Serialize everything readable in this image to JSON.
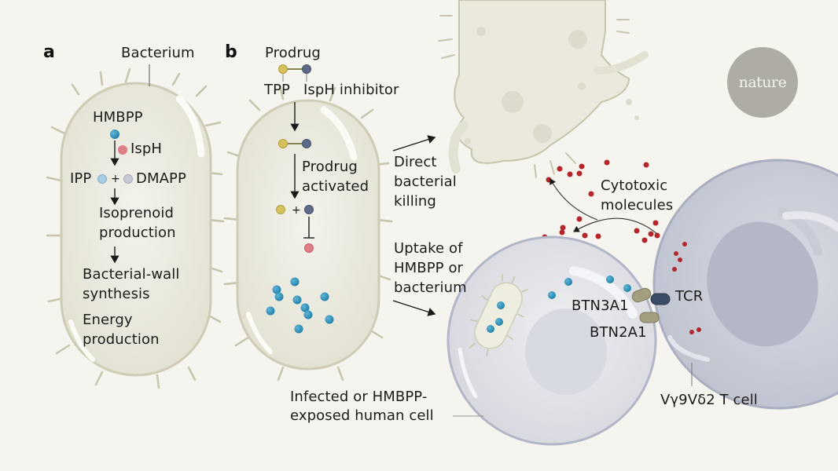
{
  "figure": {
    "background": "#f5f4ee",
    "logo": "nature",
    "panel_a": {
      "label": "a",
      "title": "Bacterium",
      "pathway": {
        "substrate": "HMBPP",
        "enzyme": "IspH",
        "product_1": "IPP",
        "plus": "+",
        "product_2": "DMAPP",
        "step_2_line1": "Isoprenoid",
        "step_2_line2": "production",
        "step_3_line1": "Bacterial-wall",
        "step_3_line2": "synthesis",
        "step_4_line1": "Energy",
        "step_4_line2": "production"
      }
    },
    "panel_b": {
      "label": "b",
      "prodrug": "Prodrug",
      "tpp": "TPP",
      "isph_inhibitor": "IspH inhibitor",
      "activated_line1": "Prodrug",
      "activated_line2": "activated",
      "plus": "+",
      "killing_line1": "Direct",
      "killing_line2": "bacterial",
      "killing_line3": "killing",
      "uptake_line1": "Uptake of",
      "uptake_line2": "HMBPP or",
      "uptake_line3": "bacterium",
      "cytotoxic_line1": "Cytotoxic",
      "cytotoxic_line2": "molecules",
      "btn3a1": "BTN3A1",
      "btn2a1": "BTN2A1",
      "tcr": "TCR",
      "human_cell_line1": "Infected or HMBPP-",
      "human_cell_line2": "exposed human cell",
      "t_cell": "Vγ9Vδ2 T cell"
    },
    "colors": {
      "hmbpp": "#2a8fb8",
      "isph": "#e07f86",
      "ipp": "#a9cde4",
      "dmapp": "#c7c9d6",
      "tpp": "#d6c15e",
      "inhibitor": "#5e6b88",
      "cytotoxic": "#b5262b",
      "btn": "#a49e80",
      "tcr": "#3d4c66",
      "bacterium_fill": "#ecebe0",
      "human_cell": "#dfe0e6",
      "t_cell": "#c9ccd6"
    }
  }
}
